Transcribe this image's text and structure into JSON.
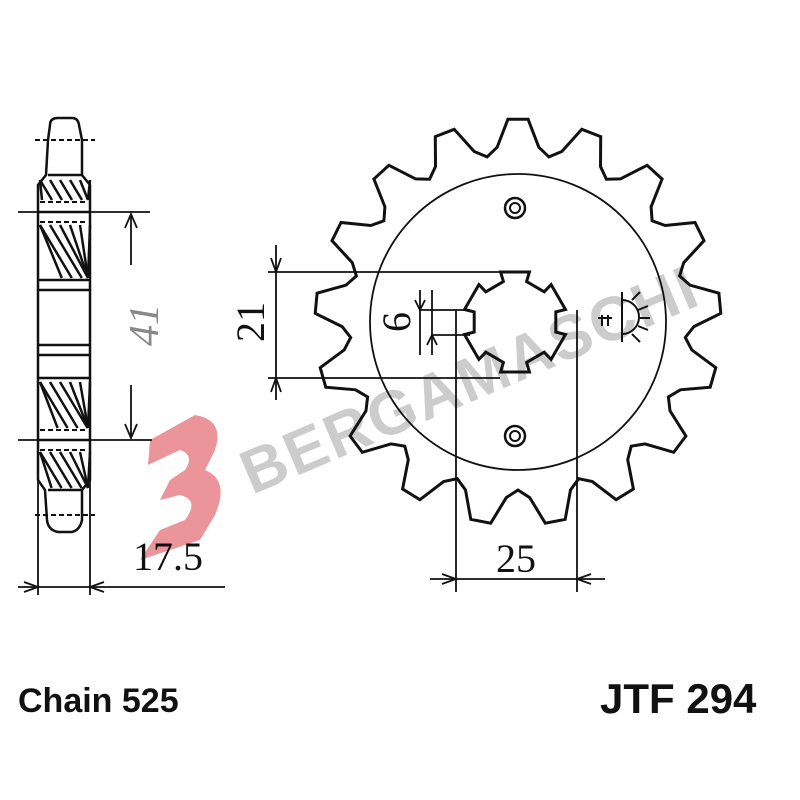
{
  "dimensions": {
    "hub_width": "41",
    "spline_diameter": "21",
    "spline_width": "6",
    "bore_width": "25",
    "thickness": "17.5"
  },
  "caption": {
    "chain": "Chain 525",
    "part_number": "JTF 294"
  },
  "watermark": {
    "text": "BERGAMASCHI",
    "logo_color": "#e8828a",
    "text_color": "#c4c4c4"
  }
}
